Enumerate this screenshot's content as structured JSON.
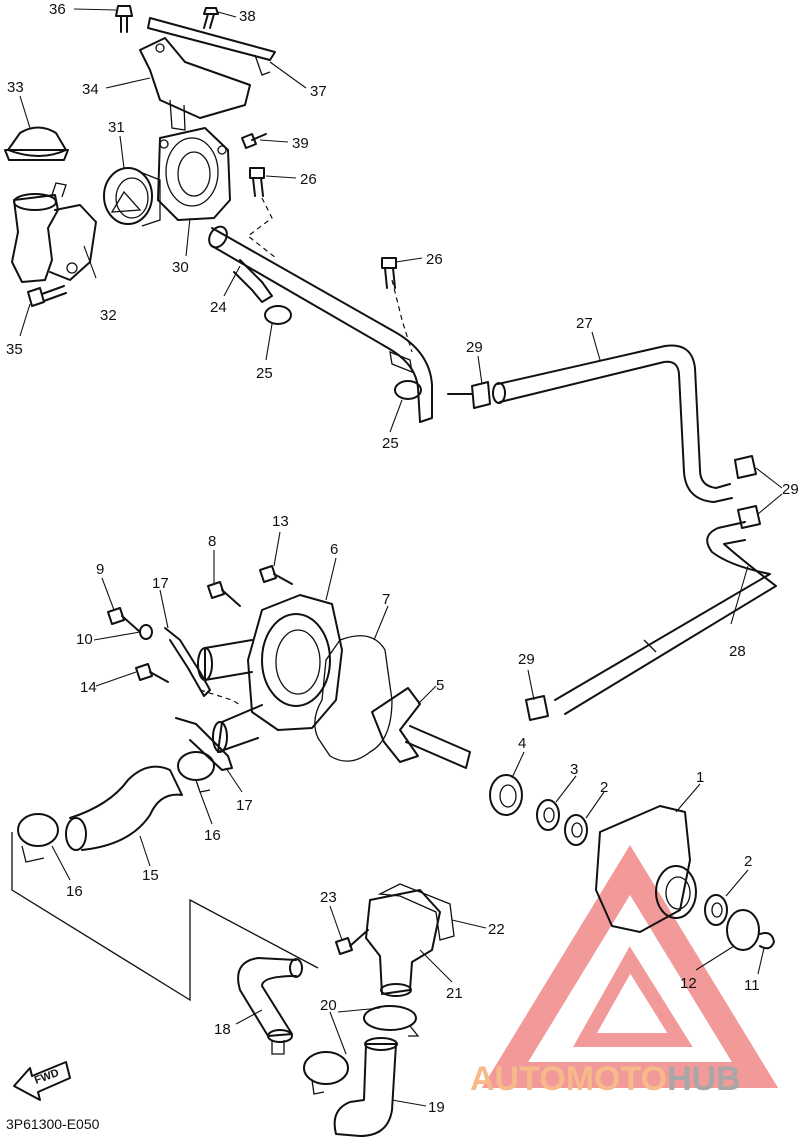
{
  "diagram": {
    "part_numbers": [
      "1",
      "2",
      "3",
      "4",
      "5",
      "6",
      "7",
      "8",
      "9",
      "10",
      "11",
      "12",
      "13",
      "14",
      "15",
      "16",
      "17",
      "18",
      "19",
      "20",
      "21",
      "22",
      "23",
      "24",
      "25",
      "26",
      "27",
      "28",
      "29",
      "30",
      "31",
      "32",
      "33",
      "34",
      "35",
      "36",
      "37",
      "38",
      "39"
    ],
    "drawing_code": "3P61300-E050",
    "direction_label": "FWD"
  },
  "watermark": {
    "brand_part1": "AUTOMOTO",
    "brand_part2": "HUB",
    "colors": {
      "triangle": "#f08080",
      "auto_text": "#f6b98a",
      "hub_text": "#a7a7a7"
    }
  }
}
